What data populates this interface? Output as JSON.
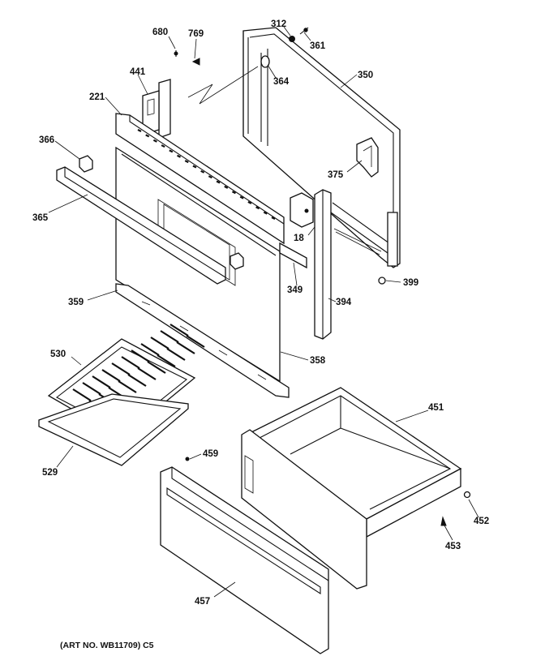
{
  "callouts": {
    "c680": "680",
    "c769": "769",
    "c312": "312",
    "c361": "361",
    "c364": "364",
    "c350": "350",
    "c441": "441",
    "c221": "221",
    "c366": "366",
    "c375": "375",
    "c365": "365",
    "c18": "18",
    "c349": "349",
    "c399": "399",
    "c359": "359",
    "c394": "394",
    "c358": "358",
    "c530": "530",
    "c451": "451",
    "c459": "459",
    "c529": "529",
    "c452": "452",
    "c453": "453",
    "c457": "457"
  },
  "caption": "(ART NO. WB11709) C5"
}
